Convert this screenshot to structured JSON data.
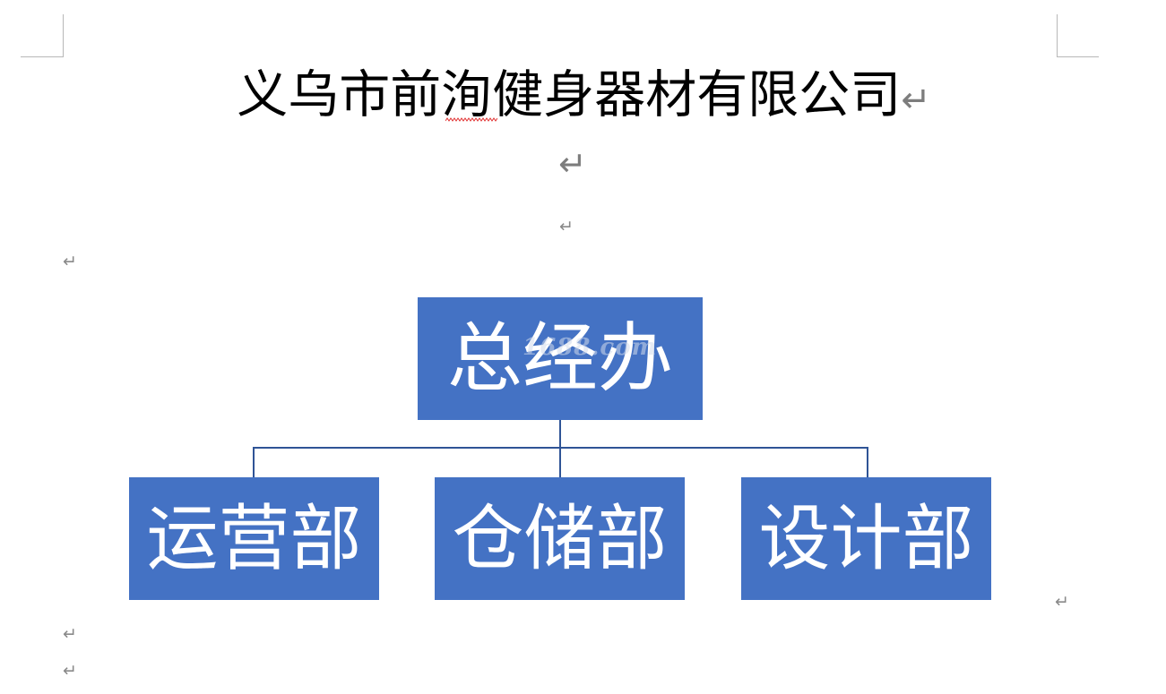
{
  "document": {
    "title": "义乌市前洵健身器材有限公司",
    "paragraph_mark": "↵"
  },
  "org_chart": {
    "top": {
      "label": "总经办"
    },
    "children": [
      {
        "label": "运营部"
      },
      {
        "label": "仓储部"
      },
      {
        "label": "设计部"
      }
    ],
    "box_color": "#4472c4",
    "connector_color": "#2f5496",
    "text_color": "#ffffff"
  },
  "watermark": {
    "text": "1688.com"
  },
  "colors": {
    "spellcheck_underline": "#e03030",
    "formatting_marks": "#8a8a8a"
  }
}
